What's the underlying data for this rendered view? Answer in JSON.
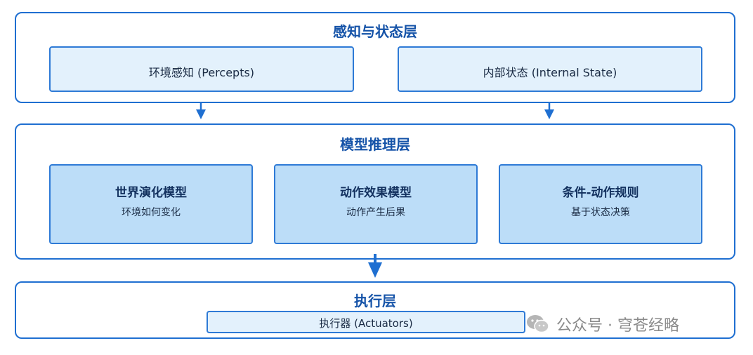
{
  "perception_layer": {
    "title": "感知与状态层",
    "percepts": "环境感知 (Percepts)",
    "internal_state": "内部状态 (Internal State)"
  },
  "model_layer": {
    "title": "模型推理层",
    "models": [
      {
        "heading": "世界演化模型",
        "sub": "环境如何变化"
      },
      {
        "heading": "动作效果模型",
        "sub": "动作产生后果"
      },
      {
        "heading": "条件-动作规则",
        "sub": "基于状态决策"
      }
    ]
  },
  "execution_layer": {
    "title": "执行层",
    "actuators": "执行器 (Actuators)"
  },
  "watermark": {
    "text": "公众号 · 穹苍经略",
    "icon": "wechat-icon"
  },
  "colors": {
    "border": "#1f6fd1",
    "light_fill": "#e3f1fc",
    "mid_fill": "#bcddf8",
    "title_text": "#1553a8"
  }
}
